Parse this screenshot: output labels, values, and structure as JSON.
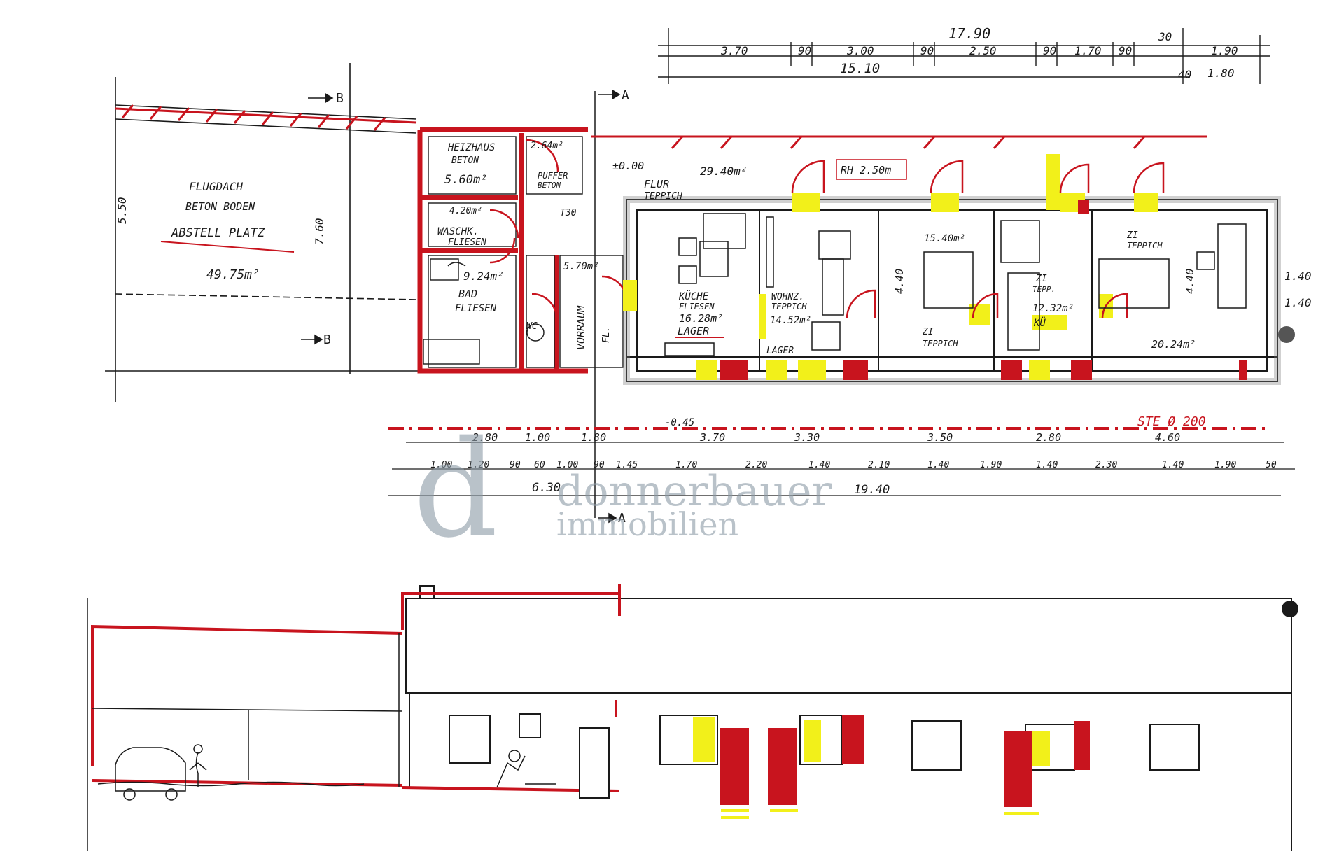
{
  "colors": {
    "line": "#1a1a1a",
    "wall_red": "#c8141e",
    "highlight_yellow": "#f2f01a",
    "watermark": "#8c9aa6",
    "paper": "#ffffff"
  },
  "dimensions": {
    "top_total": "17.90",
    "top_segments": [
      "3.70",
      "90",
      "3.00",
      "90",
      "2.50",
      "90",
      "1.70",
      "90",
      "1.90"
    ],
    "top_sub_total": "15.10",
    "top_right_a": "30",
    "top_right_b": "40",
    "top_right_c": "1.80",
    "bottom_row1": [
      "2.80",
      "1.00",
      "1.80",
      "3.70",
      "3.30",
      "3.50",
      "2.80",
      "4.60"
    ],
    "bottom_row2": [
      "1.00",
      "1.20",
      "90",
      "60",
      "1.00",
      "90",
      "1.45",
      "1.70",
      "2.20",
      "1.40",
      "2.10",
      "1.40",
      "1.90",
      "1.40",
      "2.30",
      "1.40",
      "1.90",
      "50"
    ],
    "bottom_totals": [
      "6.30",
      "19.40"
    ],
    "left_vertical": [
      "5.50",
      "7.60",
      "4.40",
      "4.40"
    ],
    "right_side": [
      "1.40",
      "1.40"
    ]
  },
  "rooms": {
    "flugdach": {
      "name": "FLUGDACH",
      "floor": "BETON BODEN"
    },
    "abstell": {
      "name": "ABSTELL PLATZ",
      "area": "49.75m²"
    },
    "heizhaus": {
      "name": "HEIZHAUS",
      "floor": "BETON",
      "area": "5.60m²"
    },
    "puffer": {
      "name": "PUFFER",
      "floor": "BETON",
      "area": "2.64m²"
    },
    "waschk": {
      "name": "WASCHK.",
      "floor": "FLIESEN",
      "area": "4.20m²"
    },
    "bad": {
      "name": "BAD",
      "floor": "FLIESEN",
      "area": "9.24m²"
    },
    "vorraum": {
      "name": "VORRAUM",
      "area": "5.70m²"
    },
    "flur": {
      "name": "FLUR",
      "floor": "TEPPICH",
      "area": "29.40m²"
    },
    "kueche": {
      "name": "KÜCHE",
      "floor": "FLIESEN",
      "area": "16.28m²",
      "note": "LAGER"
    },
    "wohnz": {
      "name": "WOHNZ.",
      "floor": "TEPPICH",
      "area": "14.52m²",
      "note": "LAGER"
    },
    "zi1": {
      "name": "ZI",
      "floor": "TEPPICH",
      "area": "15.40m²"
    },
    "zi2": {
      "name": "ZI",
      "floor": "TEPP.",
      "area": "12.32m²",
      "note": "KÜ"
    },
    "zi3": {
      "name": "ZI",
      "floor": "TEPPICH",
      "area": "20.24m²"
    }
  },
  "labels": {
    "raumhoehe": "RH 2.50m",
    "level": "±0.00",
    "ste": "STE Ø 200",
    "section_a": "A",
    "section_b": "B",
    "wc": "WC",
    "fl": "FL.",
    "t30": "T30",
    "measure_045": "-0.45"
  },
  "watermark": {
    "mark": "d",
    "name": "donnerbauer",
    "sub": "immobilien"
  }
}
